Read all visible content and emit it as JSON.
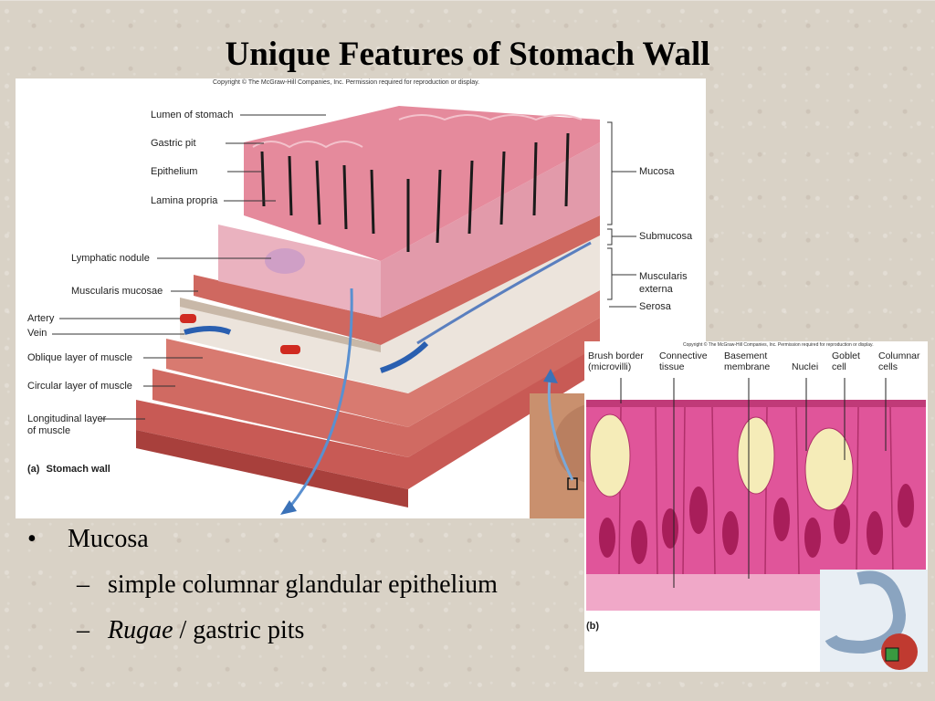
{
  "slide": {
    "title": "Unique Features of Stomach Wall",
    "bullets": [
      {
        "marker": "•",
        "text": "Mucosa"
      },
      {
        "marker": "–",
        "text": "simple columnar glandular epithelium"
      },
      {
        "marker": "–",
        "italic": "Rugae",
        "rest": " / gastric pits"
      }
    ]
  },
  "figure_a": {
    "copyright": "Copyright © The McGraw-Hill Companies, Inc. Permission required for reproduction or display.",
    "caption_letter": "(a)",
    "caption_text": "Stomach wall",
    "left_labels": [
      "Lumen of stomach",
      "Gastric pit",
      "Epithelium",
      "Lamina propria",
      "Lymphatic nodule",
      "Muscularis mucosae",
      "Artery",
      "Vein",
      "Oblique layer of muscle",
      "Circular layer of muscle",
      "Longitudinal layer",
      "of muscle"
    ],
    "right_labels": [
      "Mucosa",
      "Submucosa",
      "Muscularis",
      "externa",
      "Serosa"
    ],
    "colors": {
      "muscle": "#c85a55",
      "mucosa": "#e8a0b0",
      "submucosa": "#ece4dc",
      "artery": "#d02a20",
      "vein": "#2a5fb0"
    }
  },
  "figure_b": {
    "copyright": "Copyright © The McGraw-Hill Companies, Inc. Permission required for reproduction or display.",
    "caption_letter": "(b)",
    "labels": [
      {
        "line1": "Brush border",
        "line2": "(microvilli)"
      },
      {
        "line1": "Connective",
        "line2": "tissue"
      },
      {
        "line1": "Basement",
        "line2": "membrane"
      },
      {
        "line1": "Nuclei",
        "line2": ""
      },
      {
        "line1": "Goblet",
        "line2": "cell"
      },
      {
        "line1": "Columnar",
        "line2": "cells"
      }
    ],
    "colors": {
      "cytoplasm": "#e0559a",
      "nucleus": "#a81e5a",
      "goblet": "#f5ecb8"
    }
  }
}
